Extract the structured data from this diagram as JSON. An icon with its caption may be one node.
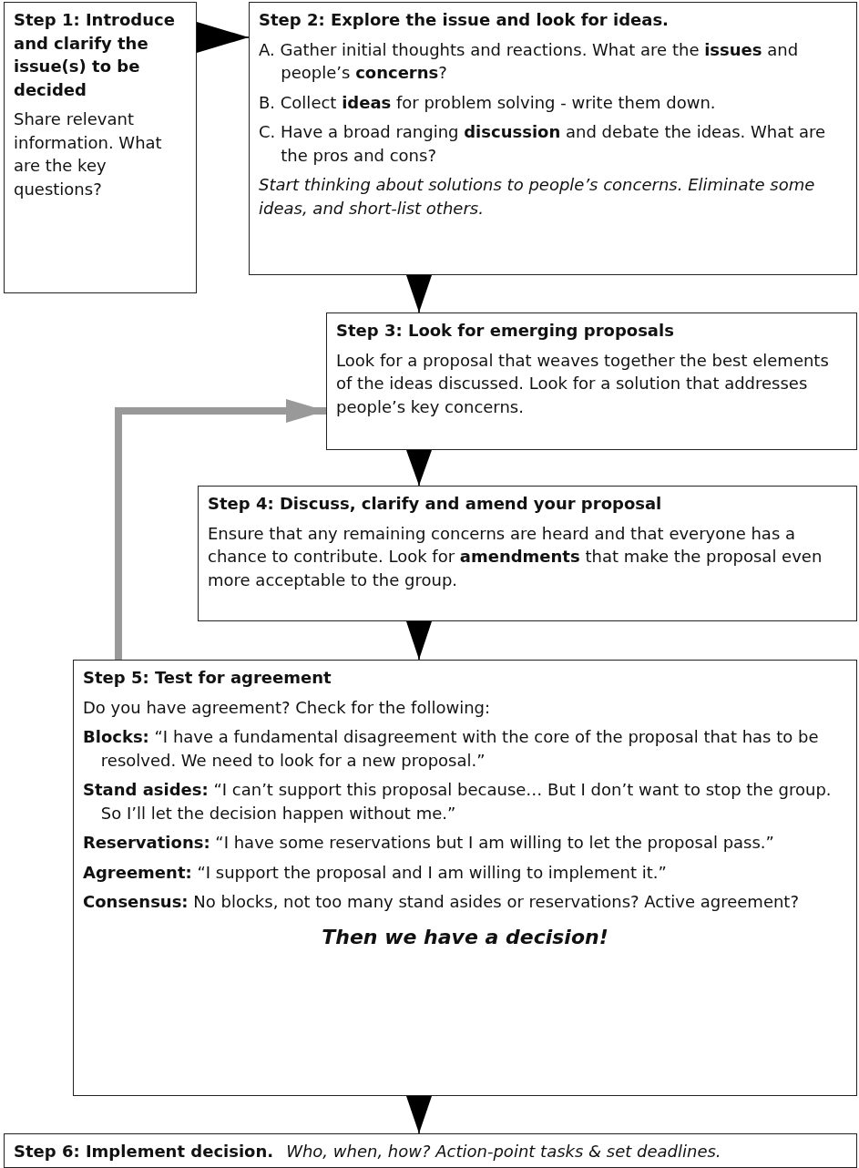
{
  "diagram": {
    "nodes": [
      {
        "text": [
          "Step 1: Introduce and clarify the issue(s) to be decided",
          "Share relevant information. What are the key questions?"
        ]
      },
      {
        "text": [
          "Step 2: Explore the issue and look for ideas.",
          "A. Gather initial thoughts and reactions. What are the **issues** and people’s **concerns**?",
          "B. Collect **ideas** for problem solving - write them down.",
          "C. Have a broad ranging **discussion** and debate the ideas. What are the pros and cons?",
          "Start thinking about solutions to people’s concerns. Eliminate some ideas, and short-list others."
        ]
      },
      {
        "text": [
          "Step 3: Look for emerging proposals",
          "Look for a proposal that weaves together the best elements of the ideas discussed. Look for a solution that addresses people’s key concerns."
        ]
      },
      {
        "text": [
          "Step 4: Discuss, clarify and amend your proposal",
          "Ensure that any remaining concerns are heard and that everyone has a chance to contribute. Look for **amendments** that make the proposal even more acceptable to the group."
        ]
      },
      {
        "text": [
          "Step 5: Test for agreement",
          "Do you have agreement? Check for the following:",
          "**Blocks:** “I have a fundamental disagreement with the core of the proposal that has to be resolved. We need to look for a new proposal.”",
          "**Stand asides:** “I can’t support this proposal because… But I don’t want to stop the group. So I’ll let the decision happen without me.”",
          "**Reservations:** “I have some reservations but I am willing to let the proposal pass.”",
          "**Agreement:** “I support the proposal and I am willing to implement it.”",
          "**Consensus:** No blocks, not too many stand asides or reservations? Active agreement?",
          "Then we have a decision!"
        ]
      },
      {
        "text": [
          "Step 6: Implement decision.",
          "Who, when, how? Action-point tasks & set deadlines."
        ]
      }
    ],
    "edges": [
      {
        "from": 0,
        "to": 1,
        "arrow": "to"
      },
      {
        "from": 1,
        "to": 2,
        "arrow": "to"
      },
      {
        "from": 2,
        "to": 3,
        "arrow": "to"
      },
      {
        "from": 3,
        "to": 4,
        "arrow": "to"
      },
      {
        "from": 4,
        "to": 5,
        "arrow": "to"
      },
      {
        "from": 4,
        "to": 2,
        "arrow": "to",
        "style": "thick",
        "color": "#999999"
      }
    ]
  }
}
